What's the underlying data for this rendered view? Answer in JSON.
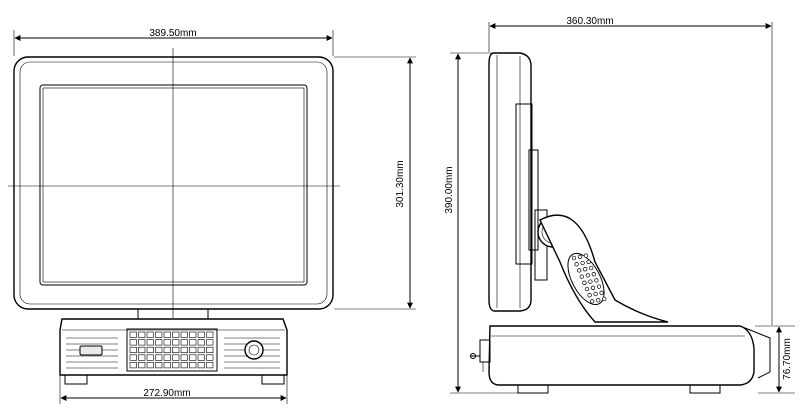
{
  "front_view": {
    "width_label": "389.50mm",
    "height_label": "301.30mm",
    "base_width_label": "272.90mm"
  },
  "side_view": {
    "depth_label": "360.30mm",
    "total_height_label": "390.00mm",
    "base_height_label": "76.70mm"
  }
}
